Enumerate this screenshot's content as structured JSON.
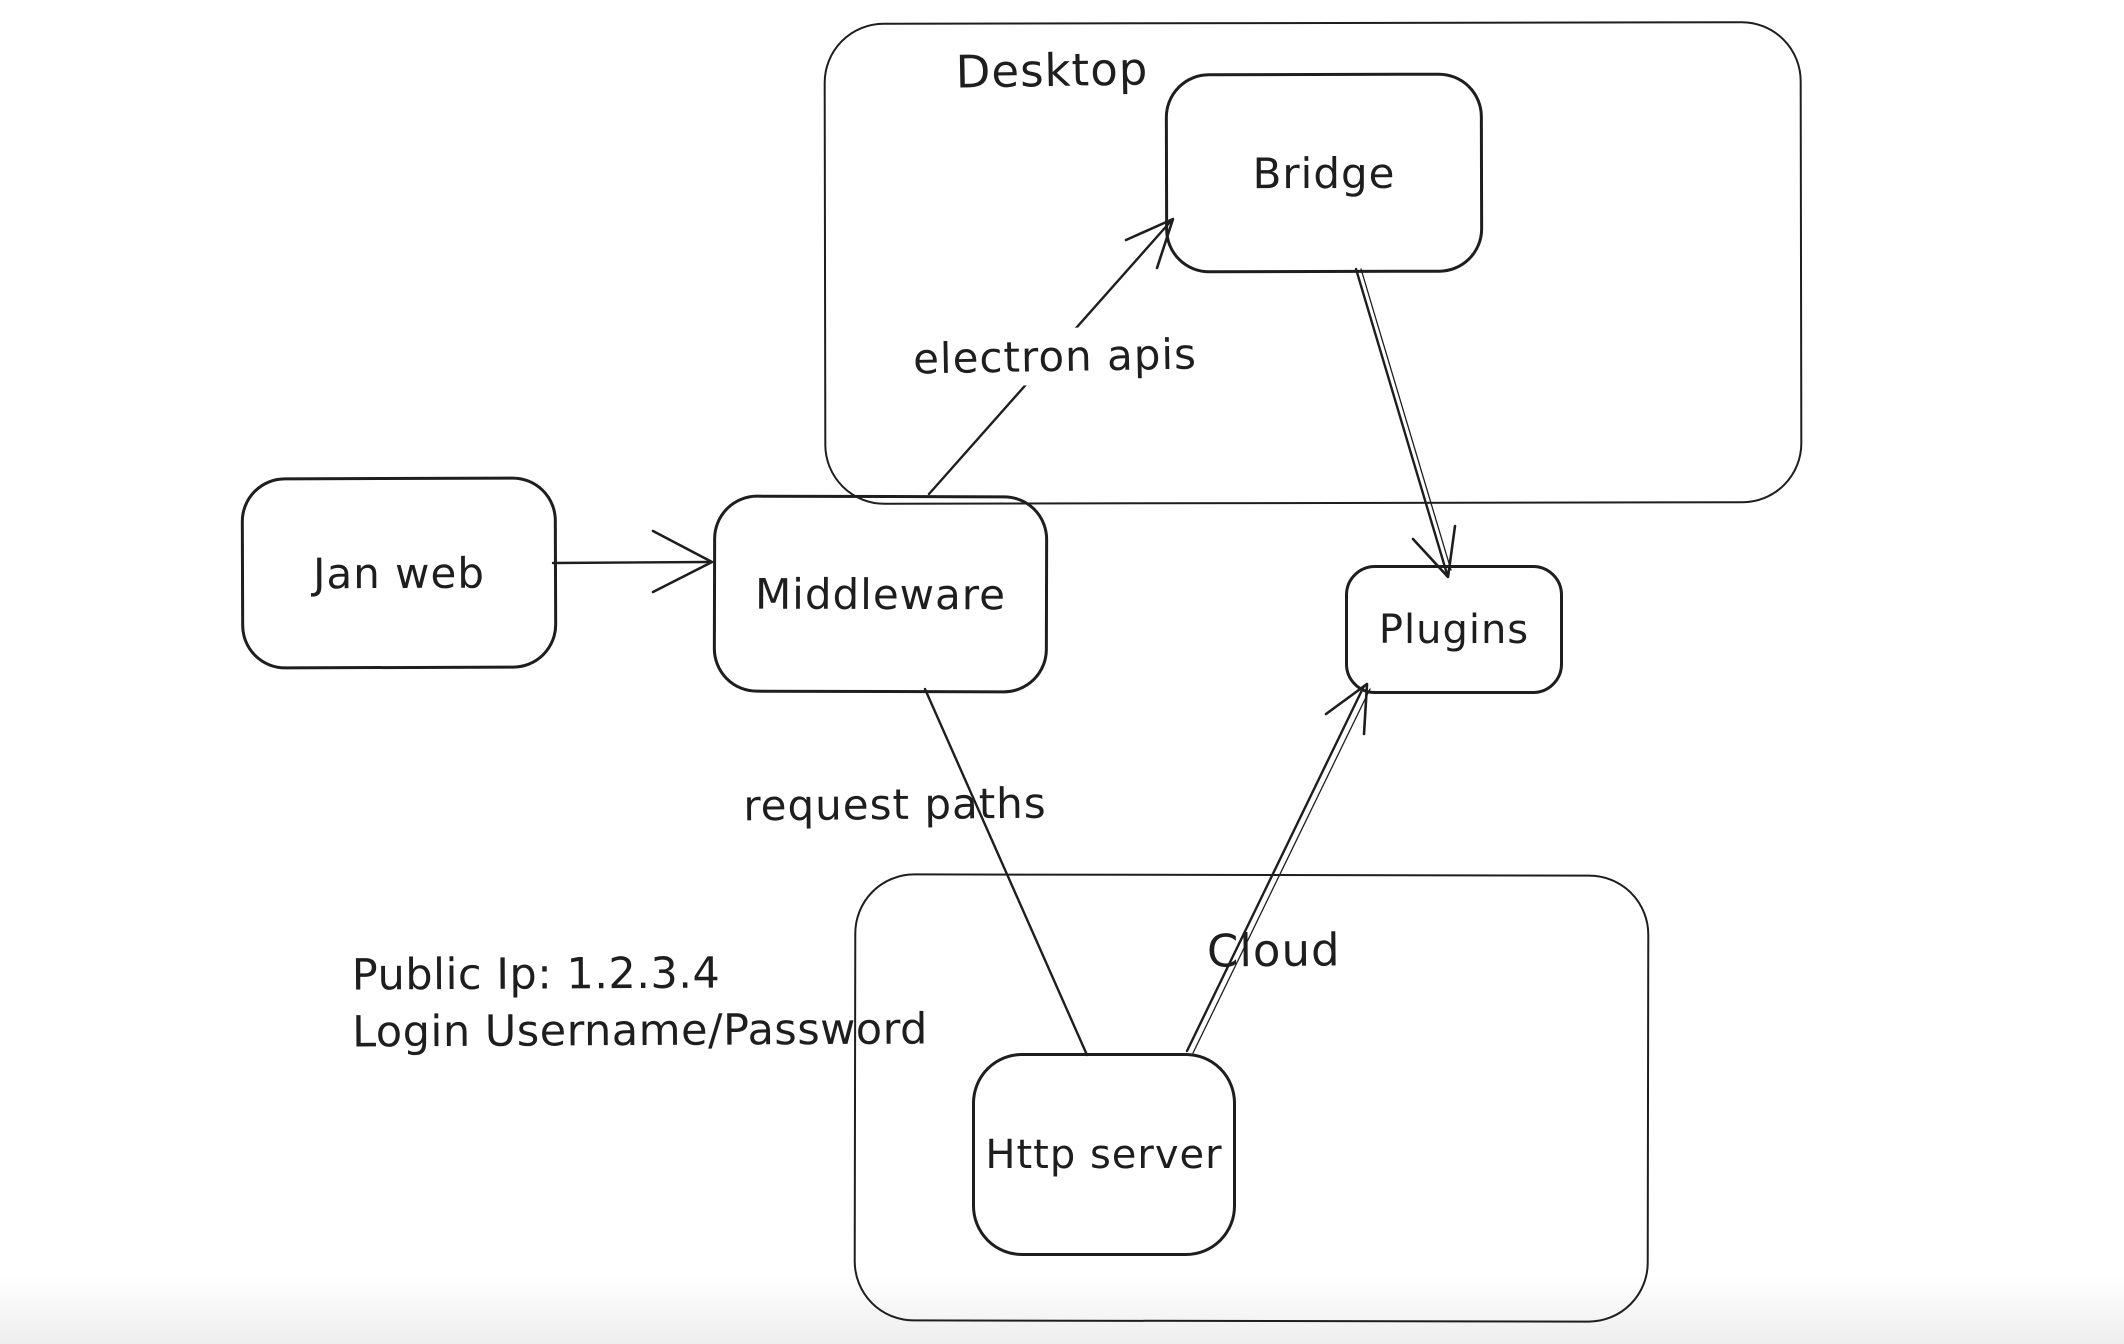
{
  "colors": {
    "stroke": "#1e1e1e",
    "background": "#ffffff"
  },
  "containers": {
    "desktop": {
      "label": "Desktop"
    },
    "cloud": {
      "label": "Cloud"
    }
  },
  "nodes": {
    "jan_web": {
      "label": "Jan web"
    },
    "middleware": {
      "label": "Middleware"
    },
    "bridge": {
      "label": "Bridge"
    },
    "plugins": {
      "label": "Plugins"
    },
    "http_server": {
      "label": "Http server"
    }
  },
  "edge_labels": {
    "electron_apis": "electron apis",
    "request_paths": "request paths"
  },
  "edges": [
    {
      "from": "Jan web",
      "to": "Middleware",
      "label": ""
    },
    {
      "from": "Middleware",
      "to": "Bridge",
      "label": "electron apis"
    },
    {
      "from": "Bridge",
      "to": "Plugins",
      "label": ""
    },
    {
      "from": "Middleware",
      "to": "Http server",
      "label": "request paths"
    },
    {
      "from": "Http server",
      "to": "Plugins",
      "label": ""
    }
  ],
  "annotations": {
    "line1": "Public Ip: 1.2.3.4",
    "line2": "Login Username/Password"
  }
}
